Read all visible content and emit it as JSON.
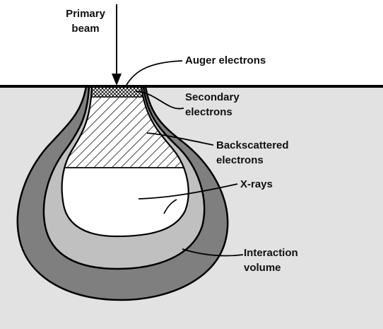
{
  "labels": {
    "primary_beam_line1": "Primary",
    "primary_beam_line2": "beam",
    "auger": "Auger electrons",
    "secondary_line1": "Secondary",
    "secondary_line2": "electrons",
    "backscattered_line1": "Backscattered",
    "backscattered_line2": "electrons",
    "xrays": "X-rays",
    "interaction_line1": "Interaction",
    "interaction_line2": "volume"
  },
  "colors": {
    "specimen": "#e2e2e2",
    "interaction_volume": "#7f7f7f",
    "backscatter_zone": "#c0c0c0",
    "xray_core": "#ffffff",
    "outline": "#000000",
    "text": "#111111"
  }
}
